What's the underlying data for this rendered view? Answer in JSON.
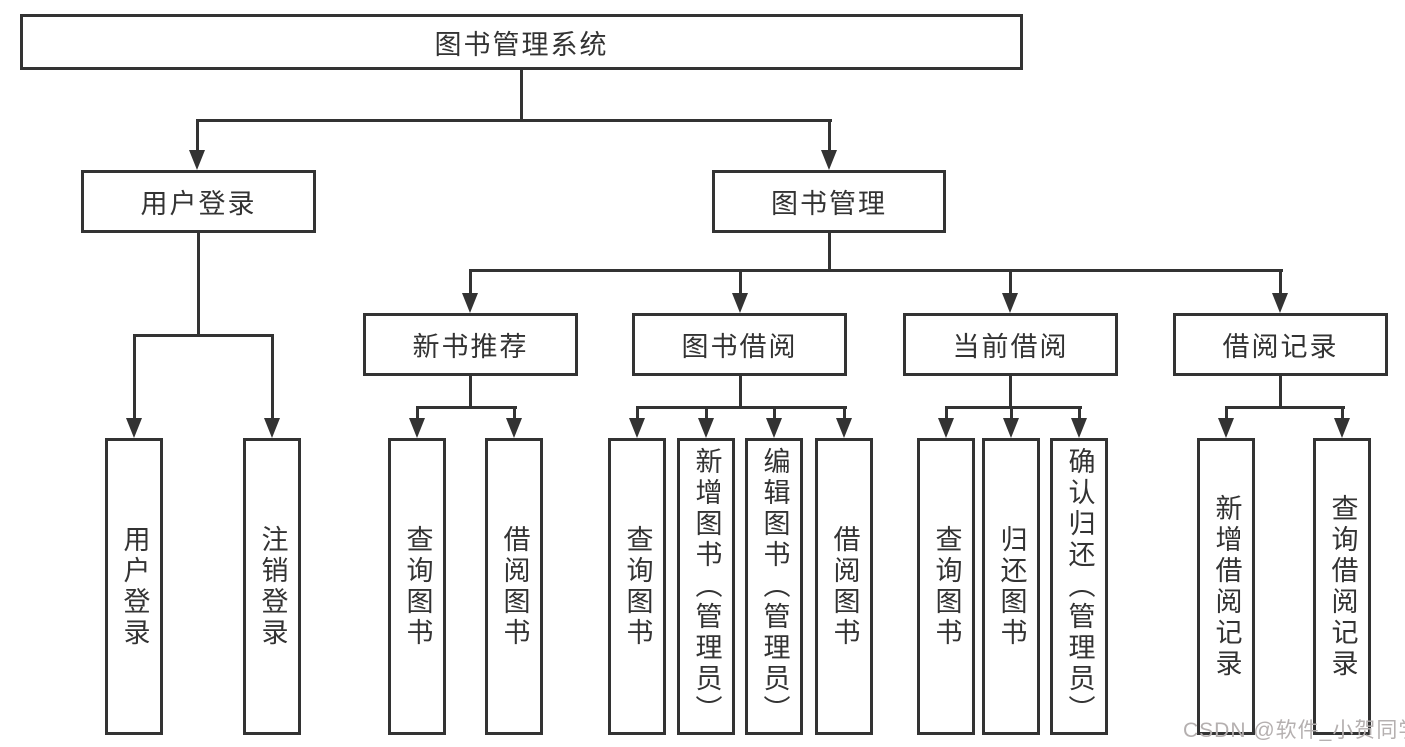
{
  "diagram": {
    "title": "图书管理系统",
    "level2": [
      {
        "label": "用户登录"
      },
      {
        "label": "图书管理"
      }
    ],
    "level3": [
      {
        "label": "新书推荐"
      },
      {
        "label": "图书借阅"
      },
      {
        "label": "当前借阅"
      },
      {
        "label": "借阅记录"
      }
    ],
    "leaves": {
      "user_login": [
        "用户登录",
        "注销登录"
      ],
      "new_books": [
        "查询图书",
        "借阅图书"
      ],
      "borrow": [
        "查询图书",
        "新增图书（管理员）",
        "编辑图书（管理员）",
        "借阅图书"
      ],
      "current": [
        "查询图书",
        "归还图书",
        "确认归还（管理员）"
      ],
      "records": [
        "新增借阅记录",
        "查询借阅记录"
      ]
    }
  },
  "colors": {
    "line": "#333333",
    "text": "#333333",
    "watermark": "#b5b0b0",
    "background": "#ffffff"
  },
  "watermark": "CSDN @软件_小贺同学"
}
